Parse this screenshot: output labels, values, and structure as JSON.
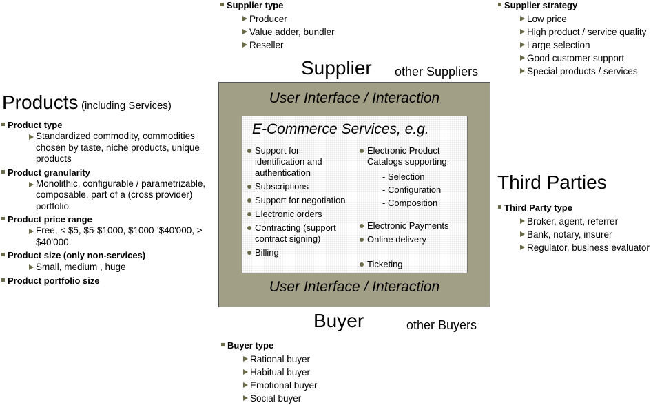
{
  "supplier": {
    "title": "Supplier",
    "other": "other Suppliers",
    "type_heading": "Supplier type",
    "types": [
      "Producer",
      "Value adder, bundler",
      "Reseller"
    ],
    "strategy_heading": "Supplier strategy",
    "strategies": [
      "Low price",
      "High product / service quality",
      "Large selection",
      "Good customer support",
      "Special products / services"
    ]
  },
  "products": {
    "title": "Products",
    "subtitle": "(including Services)",
    "groups": [
      {
        "heading": "Product type",
        "items": [
          "Standardized commodity, commodities chosen by taste, niche products, unique products"
        ]
      },
      {
        "heading": "Product granularity",
        "items": [
          "Monolithic, configurable / parametrizable, composable, part of a (cross provider) portfolio"
        ]
      },
      {
        "heading": "Product price range",
        "items": [
          "Free, < $5, $5-$1000, $1000-'$40'000, > $40'000"
        ]
      },
      {
        "heading": "Product size (only non-services)",
        "items": [
          "Small, medium , huge"
        ]
      },
      {
        "heading": "Product portfolio size",
        "items": []
      }
    ]
  },
  "third_parties": {
    "title": "Third Parties",
    "type_heading": "Third Party type",
    "types": [
      "Broker, agent, referrer",
      "Bank, notary, insurer",
      "Regulator, business evaluator"
    ]
  },
  "buyer": {
    "title": "Buyer",
    "other": "other Buyers",
    "type_heading": "Buyer type",
    "types": [
      "Rational buyer",
      "Habitual buyer",
      "Emotional buyer",
      "Social buyer"
    ]
  },
  "center": {
    "ui_top": "User Interface / Interaction",
    "ui_bottom": "User Interface / Interaction",
    "services_title": "E-Commerce Services, e.g.",
    "left_services": [
      "Support for identification and authentication",
      "Subscriptions",
      "Support for negotiation",
      "Electronic orders",
      "Contracting (support contract signing)",
      "Billing"
    ],
    "right_services": {
      "catalogs": "Electronic Product Catalogs supporting:",
      "catalog_features": [
        "- Selection",
        "- Configuration",
        "- Composition"
      ],
      "payments": "Electronic Payments",
      "delivery": "Online delivery",
      "ticketing": "Ticketing"
    }
  },
  "colors": {
    "outer_box": "#a19f86",
    "bullet": "#6b6b4a"
  }
}
